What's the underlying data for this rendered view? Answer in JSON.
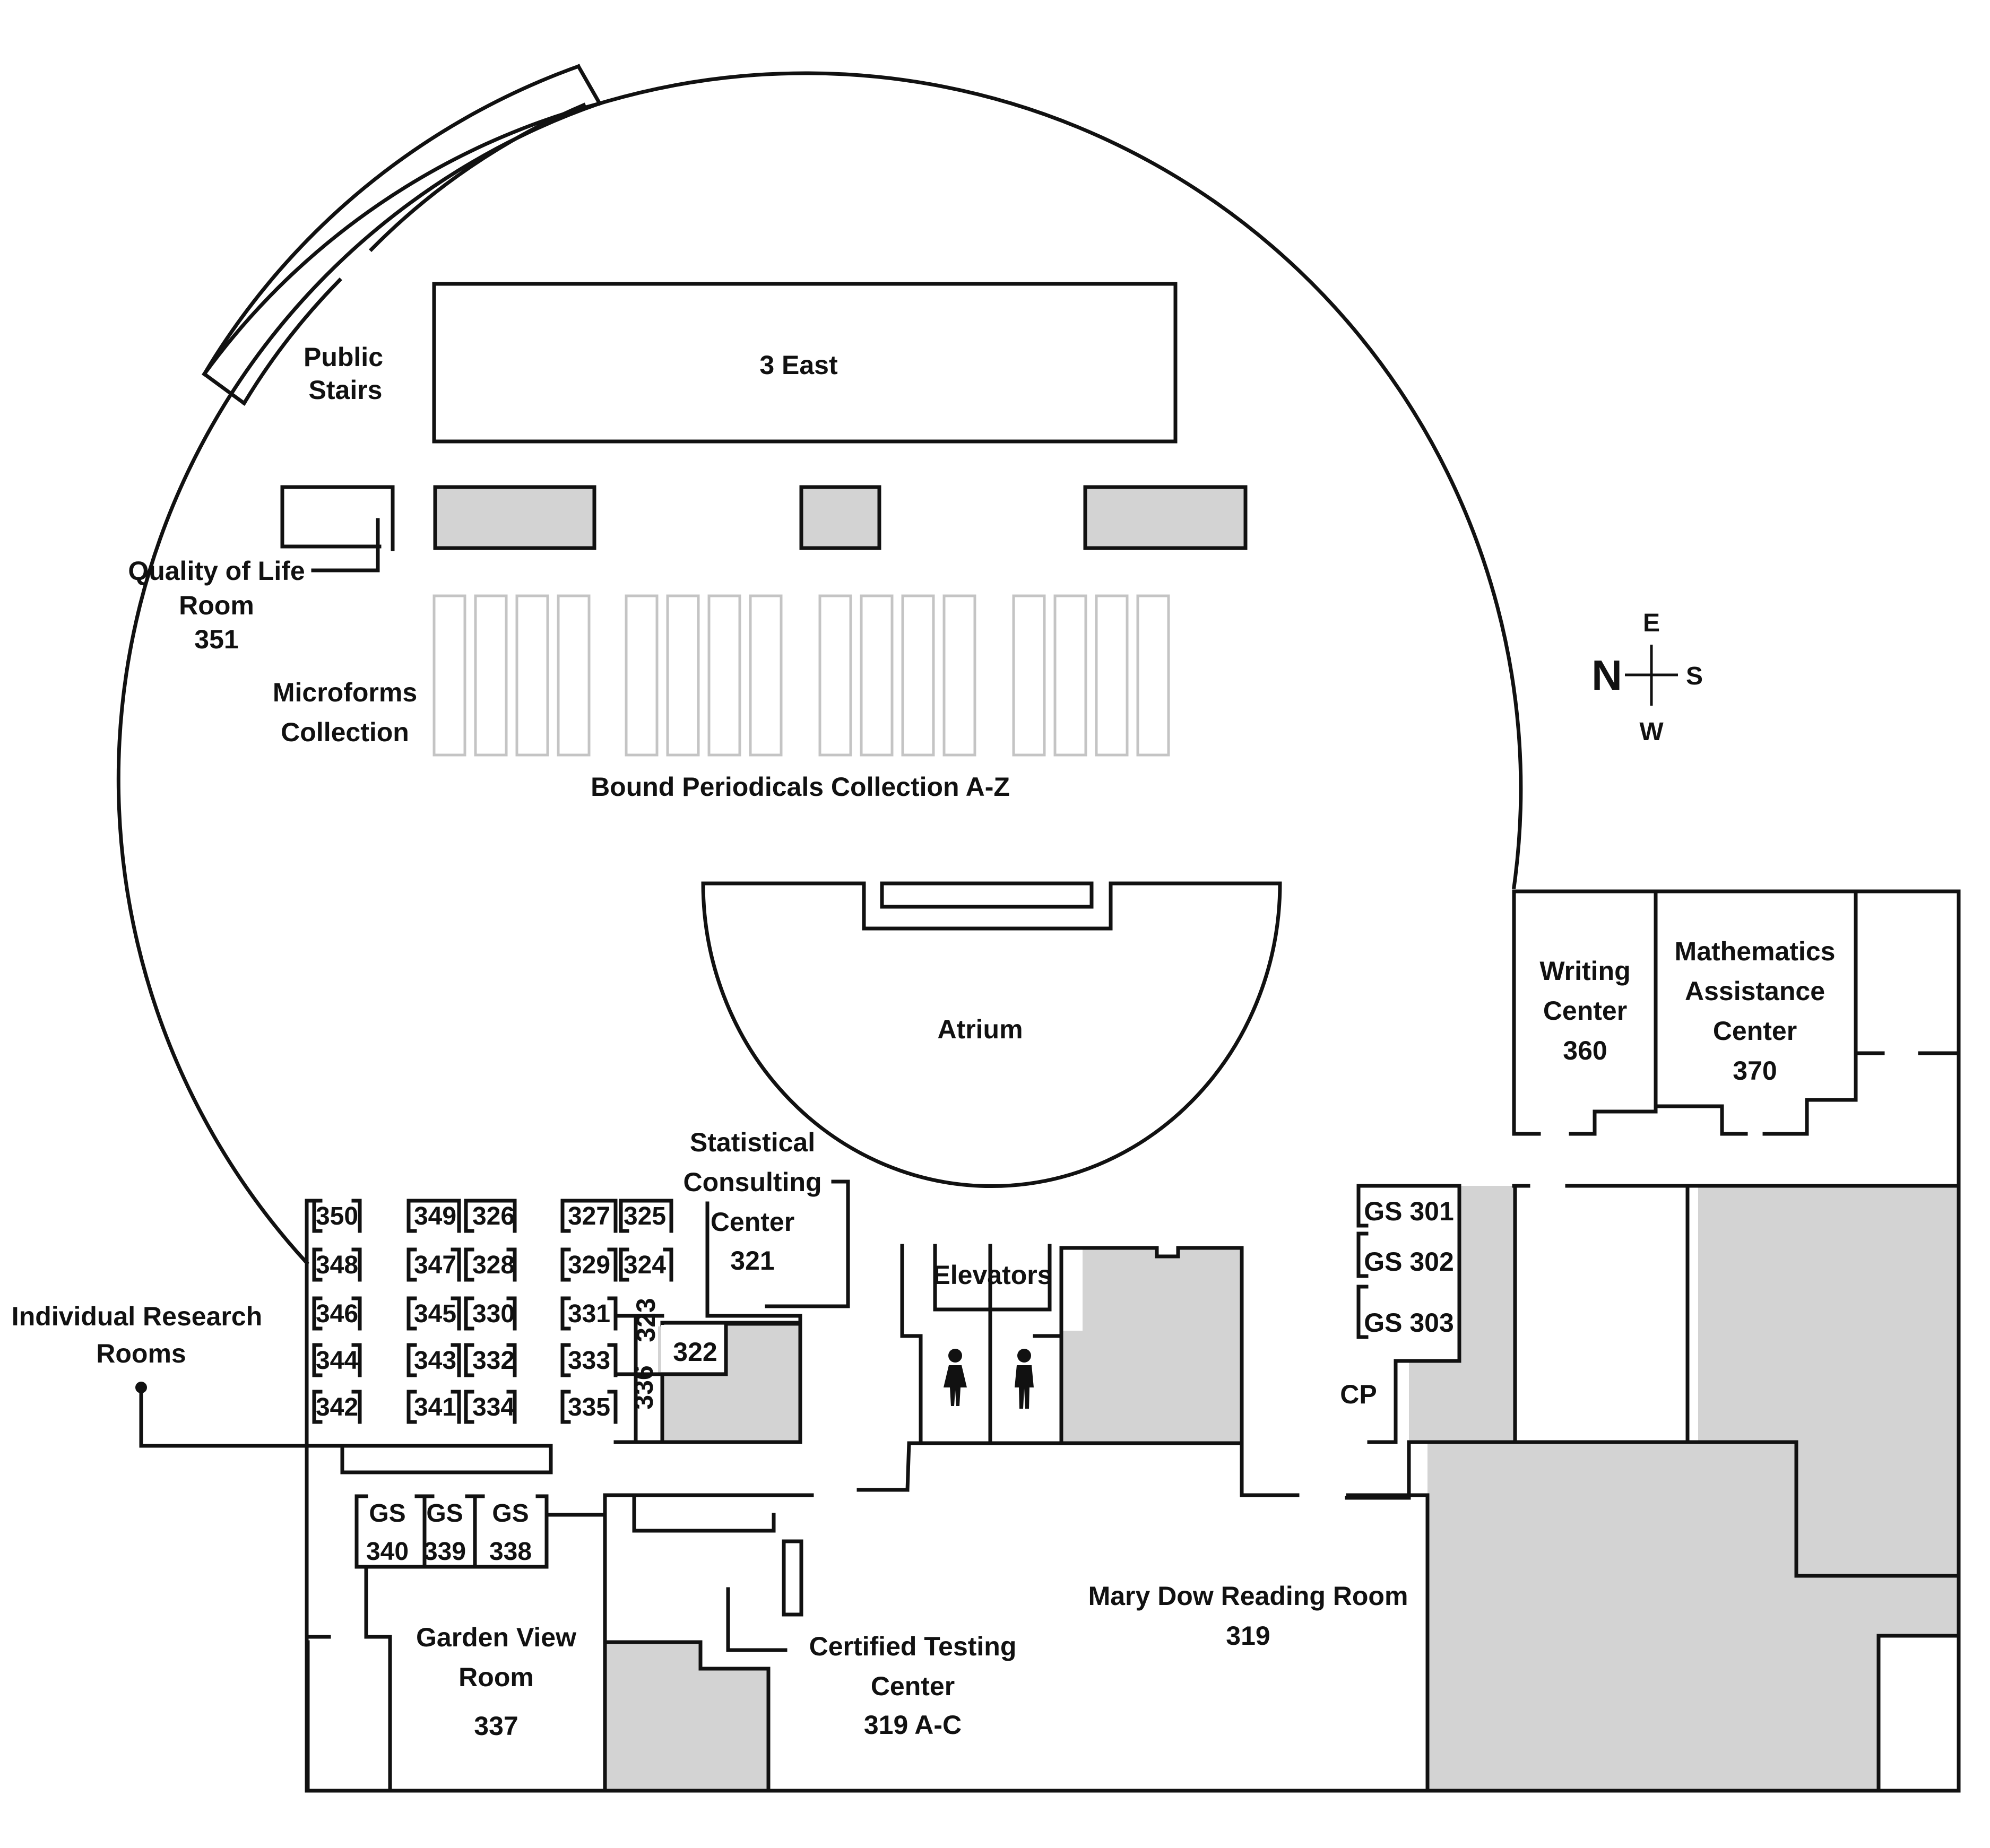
{
  "map": {
    "areas": {
      "three_east": "3 East",
      "public_stairs": [
        "Public",
        "Stairs"
      ],
      "quality_of_life": [
        "Quality of Life",
        "Room",
        "351"
      ],
      "microforms": [
        "Microforms",
        "Collection"
      ],
      "bound_periodicals": "Bound Periodicals Collection A-Z",
      "atrium": "Atrium",
      "writing_center": [
        "Writing",
        "Center",
        "360"
      ],
      "math_center": [
        "Mathematics",
        "Assistance",
        "Center",
        "370"
      ],
      "statistical": [
        "Statistical",
        "Consulting",
        "Center",
        "321"
      ],
      "elevators": "Elevators",
      "individual_research": [
        "Individual Research",
        "Rooms"
      ],
      "garden_view": [
        "Garden View",
        "Room",
        "337"
      ],
      "certified_testing": [
        "Certified Testing",
        "Center",
        "319 A-C"
      ],
      "mary_dow": [
        "Mary Dow Reading Room",
        "319"
      ],
      "cp": "CP"
    },
    "rooms": {
      "r350": "350",
      "r348": "348",
      "r346": "346",
      "r344": "344",
      "r342": "342",
      "r349": "349",
      "r347": "347",
      "r345": "345",
      "r343": "343",
      "r341": "341",
      "r326": "326",
      "r328": "328",
      "r330": "330",
      "r332": "332",
      "r334": "334",
      "r327": "327",
      "r329": "329",
      "r331": "331",
      "r333": "333",
      "r335": "335",
      "r325": "325",
      "r324": "324",
      "r323": "323",
      "r336": "336",
      "r322": "322"
    },
    "group_study": {
      "gs_prefix": "GS",
      "gs340": "340",
      "gs339": "339",
      "gs338": "338",
      "gs301": "GS 301",
      "gs302": "GS 302",
      "gs303": "GS 303"
    },
    "compass": {
      "north": "N",
      "east": "E",
      "south": "S",
      "west": "W"
    },
    "icons": [
      "women-restroom-icon",
      "men-restroom-icon",
      "compass-icon"
    ]
  }
}
